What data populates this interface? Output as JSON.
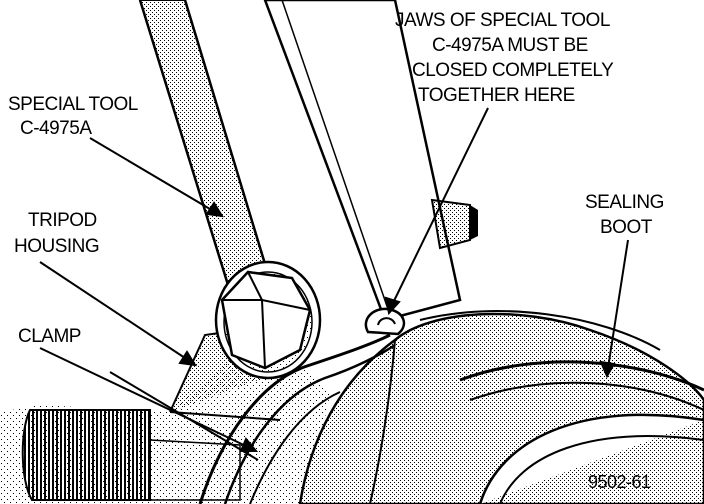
{
  "labels": {
    "special_tool": [
      "SPECIAL TOOL",
      "C-4975A"
    ],
    "jaws_note": [
      "JAWS OF SPECIAL TOOL",
      "C-4975A MUST BE",
      "CLOSED COMPLETELY",
      "TOGETHER HERE"
    ],
    "tripod_housing": [
      "TRIPOD",
      "HOUSING"
    ],
    "sealing_boot": [
      "SEALING",
      "BOOT"
    ],
    "clamp": [
      "CLAMP"
    ]
  },
  "figure_number": "9502-61",
  "colors": {
    "ink": "#000000",
    "paper": "#ffffff"
  }
}
